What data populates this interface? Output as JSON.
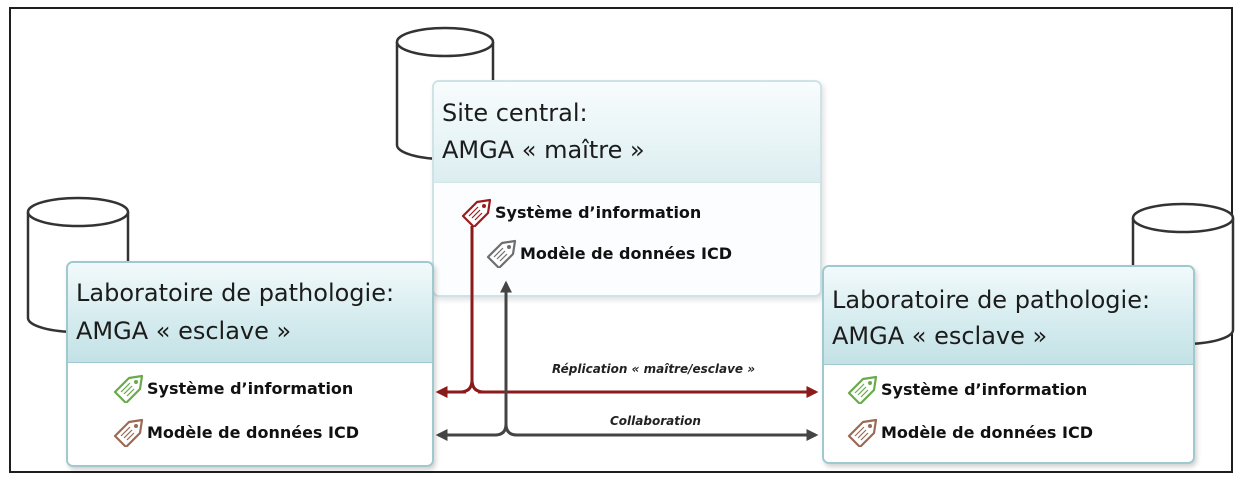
{
  "central": {
    "title_line1": "Site central:",
    "title_line2": "AMGA « maître »",
    "items": [
      {
        "label": "Système d’information",
        "icon": "tag-icon",
        "color": "#9b1c1c"
      },
      {
        "label": "Modèle de données ICD",
        "icon": "tag-icon",
        "color": "#7a7a7a"
      }
    ]
  },
  "left": {
    "title_line1": "Laboratoire de pathologie:",
    "title_line2": "AMGA « esclave »",
    "items": [
      {
        "label": "Système d’information",
        "icon": "tag-icon",
        "color": "#6aaa4a"
      },
      {
        "label": "Modèle de données ICD",
        "icon": "tag-icon",
        "color": "#9a6a55"
      }
    ]
  },
  "right": {
    "title_line1": "Laboratoire de pathologie:",
    "title_line2": "AMGA « esclave »",
    "items": [
      {
        "label": "Système d’information",
        "icon": "tag-icon",
        "color": "#6aaa4a"
      },
      {
        "label": "Modèle de données ICD",
        "icon": "tag-icon",
        "color": "#9a6a55"
      }
    ]
  },
  "connections": {
    "replication_label": "Réplication « maître/esclave »",
    "collaboration_label": "Collaboration",
    "replication_color": "#8b1a1a",
    "collaboration_color": "#444444"
  }
}
